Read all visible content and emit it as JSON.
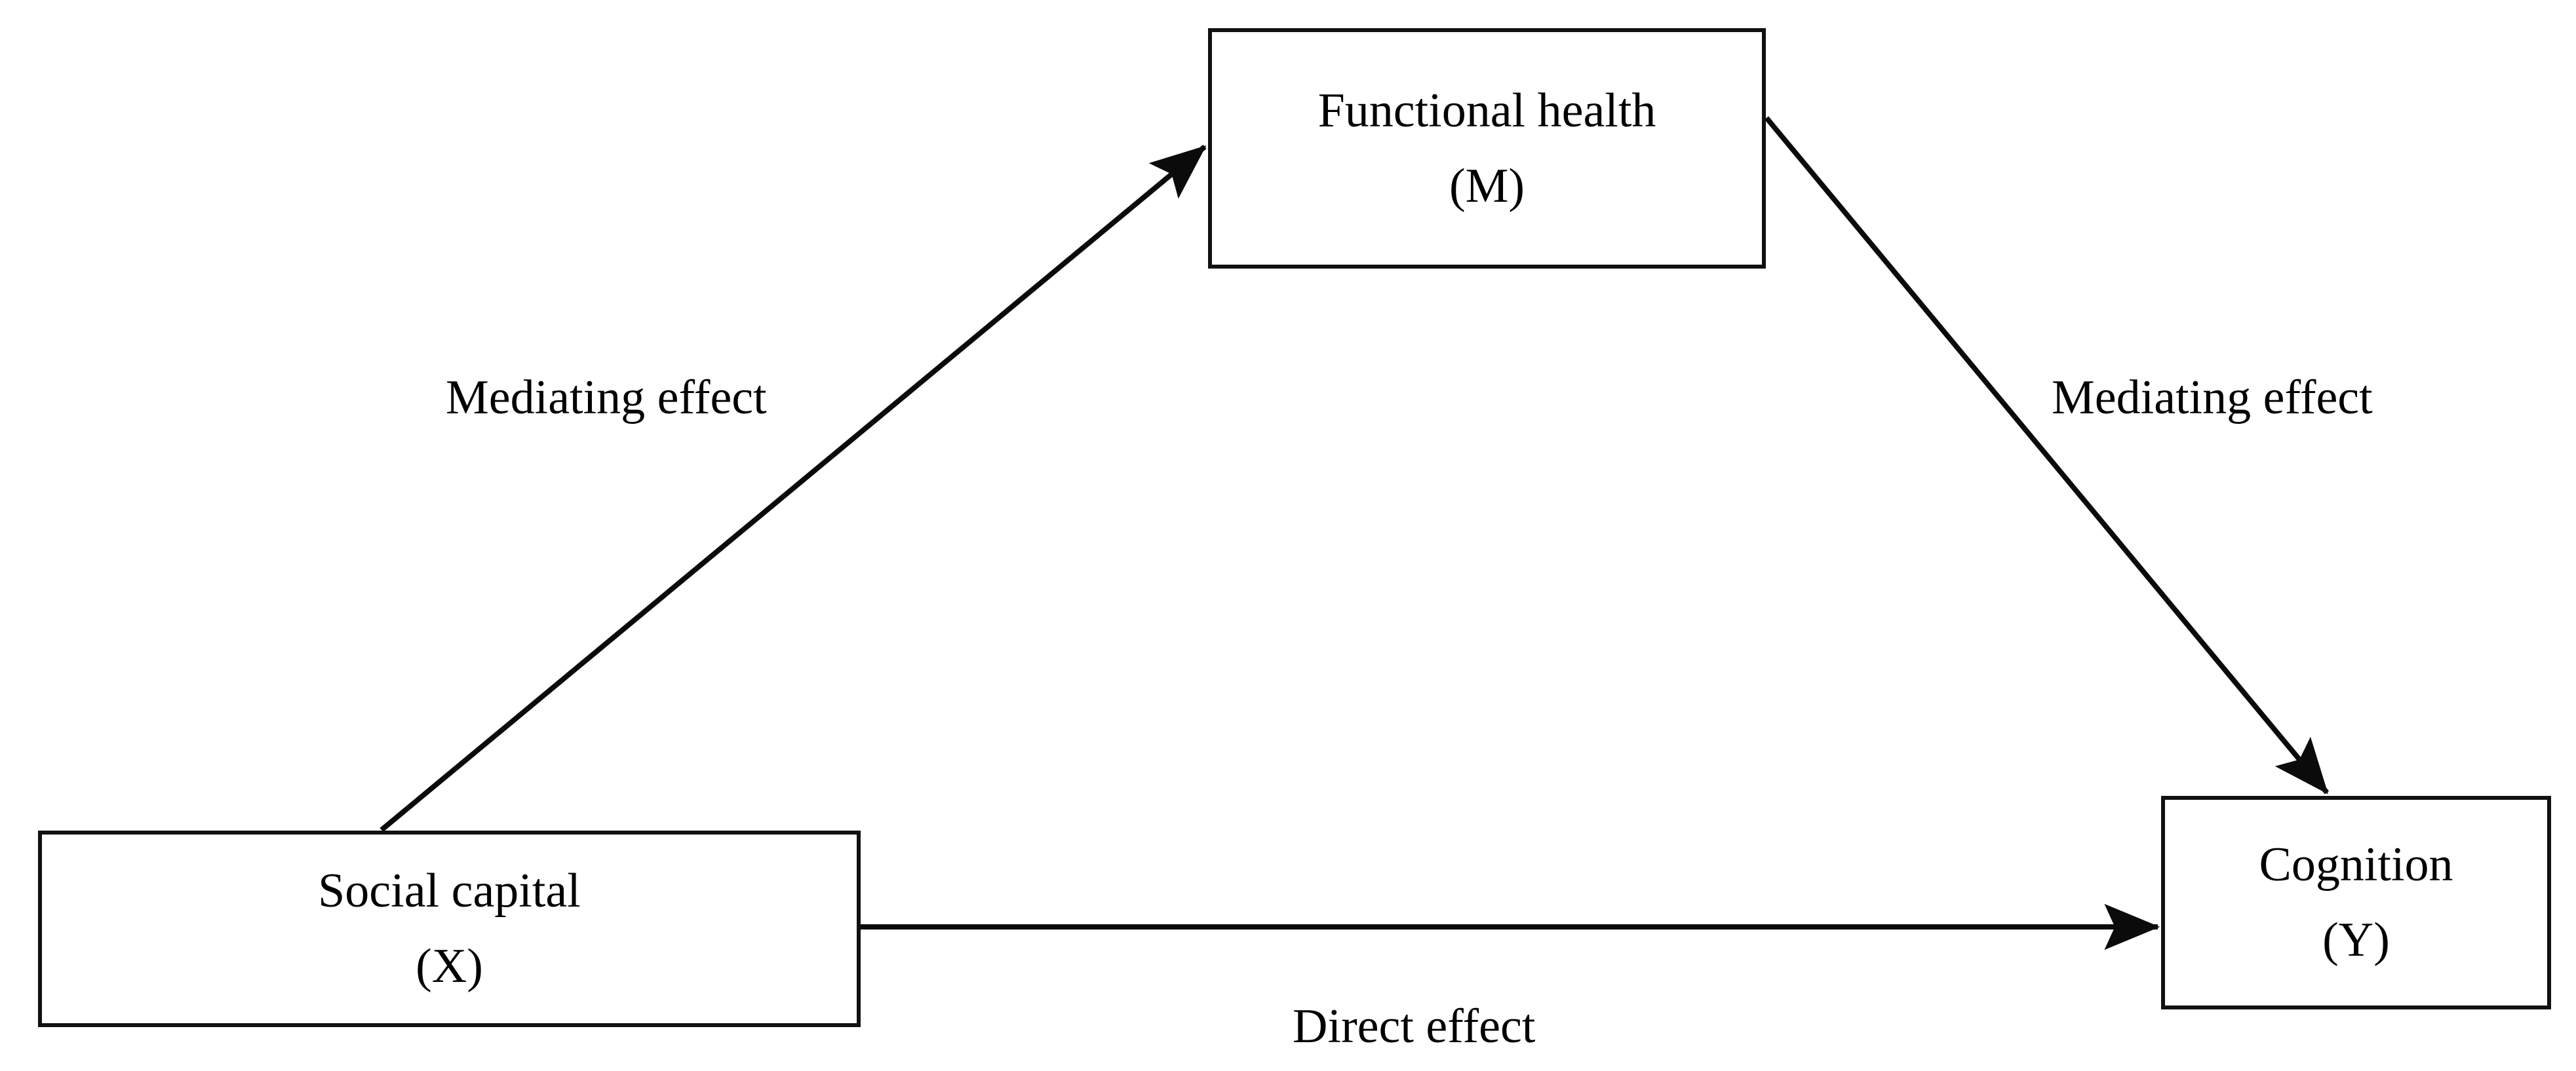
{
  "diagram": {
    "type": "mediation-path-model",
    "background_color": "#ffffff",
    "stroke_color": "#111111",
    "nodes": [
      {
        "id": "social-capital",
        "title": "Social capital",
        "symbol": "(X)",
        "role": "independent-variable"
      },
      {
        "id": "functional-health",
        "title": "Functional health",
        "symbol": "(M)",
        "role": "mediator"
      },
      {
        "id": "cognition",
        "title": "Cognition",
        "symbol": "(Y)",
        "role": "dependent-variable"
      }
    ],
    "edges": [
      {
        "id": "x-to-m",
        "label": "Mediating effect",
        "from": "social-capital",
        "to": "functional-health"
      },
      {
        "id": "m-to-y",
        "label": "Mediating effect",
        "from": "functional-health",
        "to": "cognition"
      },
      {
        "id": "x-to-y",
        "label": "Direct effect",
        "from": "social-capital",
        "to": "cognition"
      }
    ]
  }
}
